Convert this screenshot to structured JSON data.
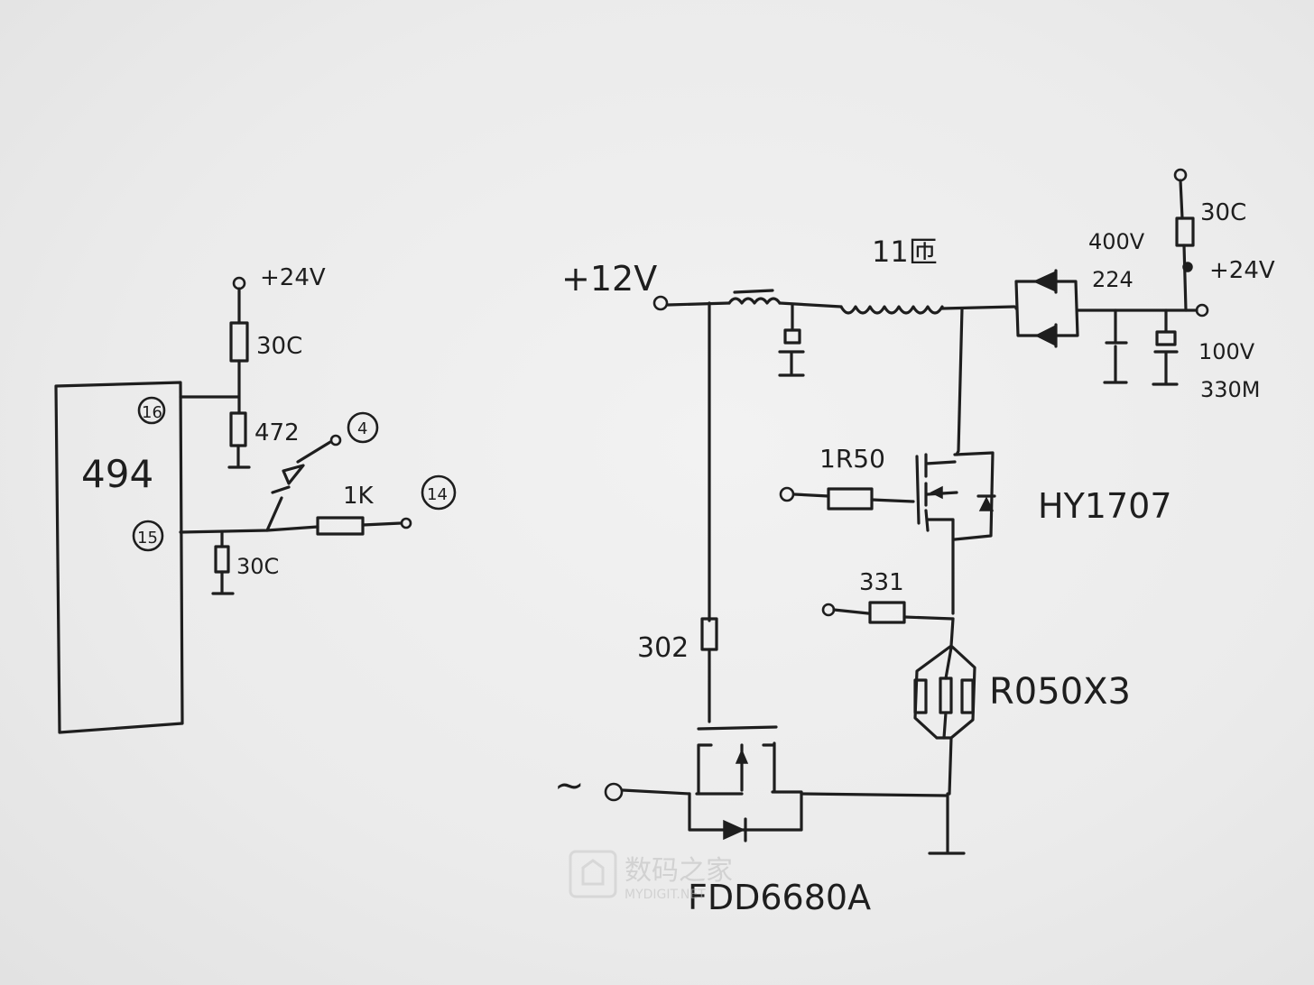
{
  "left_circuit": {
    "ic_label": "494",
    "pin_16": "16",
    "pin_15": "15",
    "pin_4": "4",
    "pin_14": "14",
    "supply_24v": "+24V",
    "r_top": "30C",
    "r_mid": "472",
    "r_series": "1K",
    "r_pulldown": "30C"
  },
  "right_circuit": {
    "input_pos": "+12V",
    "input_neg": "~",
    "inductor": "11匝",
    "cap_rating_v": "400V",
    "cap_rating_val": "224",
    "top_resistor": "30C",
    "output": "+24V",
    "out_cap_v": "100V",
    "out_cap_val": "330M",
    "gate_resistor": "1R50",
    "mosfet_main": "HY1707",
    "sense_resistor": "331",
    "shunt": "R050X3",
    "bias_resistor": "302",
    "mosfet_rev": "FDD6680A"
  },
  "watermark": {
    "cn": "数码之家",
    "en": "MYDIGIT.NET"
  }
}
